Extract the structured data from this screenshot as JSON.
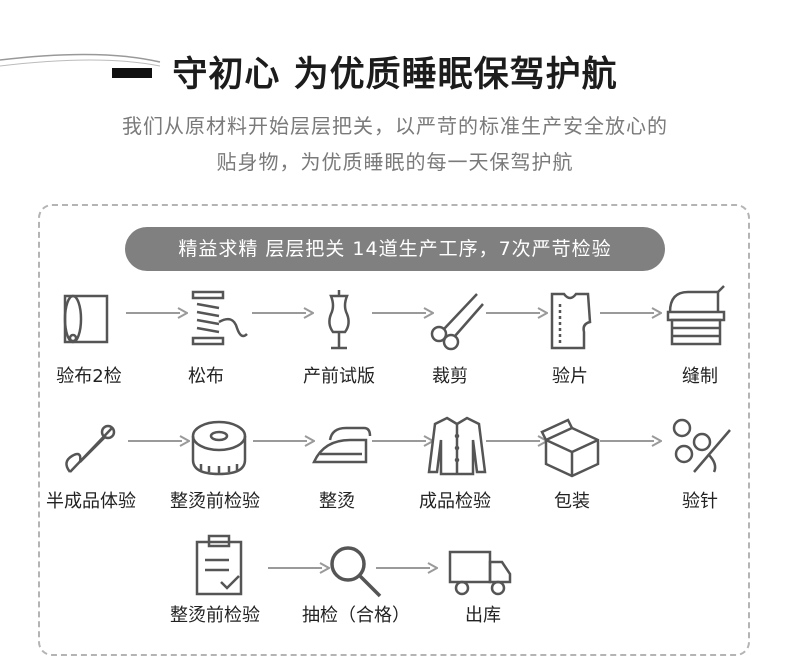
{
  "header": {
    "title": "守初心 为优质睡眠保驾护航",
    "subtitle_line1": "我们从原材料开始层层把关，以严苛的标准生产安全放心的",
    "subtitle_line2": "贴身物，为优质睡眠的每一天保驾护航"
  },
  "banner": {
    "text": "精益求精 层层把关  14道生产工序，7次严苛检验"
  },
  "colors": {
    "accent": "#808080",
    "icon": "#555555",
    "title": "#1c1c1c"
  },
  "steps": [
    {
      "label": "验布2检",
      "icon": "fabric-roll-icon"
    },
    {
      "label": "松布",
      "icon": "thread-spool-icon"
    },
    {
      "label": "产前试版",
      "icon": "dress-form-icon"
    },
    {
      "label": "裁剪",
      "icon": "scissors-icon"
    },
    {
      "label": "验片",
      "icon": "garment-pattern-icon"
    },
    {
      "label": "缝制",
      "icon": "sewing-machine-icon"
    },
    {
      "label": "半成品体验",
      "icon": "safety-pin-icon"
    },
    {
      "label": "整烫前检验",
      "icon": "tape-measure-icon"
    },
    {
      "label": "整烫",
      "icon": "iron-icon"
    },
    {
      "label": "成品检验",
      "icon": "shirt-icon"
    },
    {
      "label": "包装",
      "icon": "box-icon"
    },
    {
      "label": "验针",
      "icon": "needle-buttons-icon"
    },
    {
      "label": "整烫前检验",
      "icon": "clipboard-check-icon"
    },
    {
      "label": "抽检（合格）",
      "icon": "magnifier-icon"
    },
    {
      "label": "出库",
      "icon": "delivery-truck-icon"
    }
  ]
}
